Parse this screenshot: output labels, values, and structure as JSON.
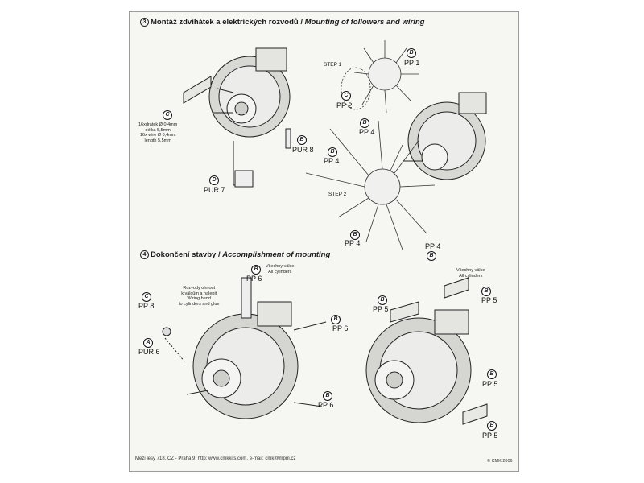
{
  "section3": {
    "number": "3",
    "title_cz": "Montáž zdvihátek a elektrických rozvodů /",
    "title_en": "Mounting of followers and wiring"
  },
  "section4": {
    "number": "4",
    "title_cz": "Dokončení stavby /",
    "title_en": "Accomplishment of mounting"
  },
  "parts": {
    "badge_c": "C",
    "badge_b": "B",
    "badge_d": "D",
    "badge_a": "A",
    "pur8": "PUR 8",
    "pur7": "PUR 7",
    "pur6": "PUR 6",
    "pp1": "PP 1",
    "pp2": "PP 2",
    "pp4": "PP 4",
    "pp5": "PP 5",
    "pp6": "PP 6",
    "pp8": "PP 8",
    "step1": "STEP 1",
    "step2": "STEP 2"
  },
  "notes": {
    "wire_line1": "16xdrátek Ø 0,4mm",
    "wire_line2": "délka 5,5mm",
    "wire_line3": "16x wire Ø 0,4mm",
    "wire_line4": "length 5,5mm",
    "all_cyl_line1": "Všechny válce",
    "all_cyl_line2": "All cylinders",
    "bend_line1": "Rozvody ohnout",
    "bend_line2": "k válcům a nalepit",
    "bend_line3": "Wiring bend",
    "bend_line4": "to cylinders and glue",
    "all_cyl2_line1": "Všechny válce",
    "all_cyl2_line2": "All cylinders"
  },
  "footer": {
    "address": "Mezi lesy 718, CZ - Praha 9,  http: www.cmkkits.com, e-mail: cmk@mpm.cz",
    "copyright": "© CMK 2006"
  }
}
